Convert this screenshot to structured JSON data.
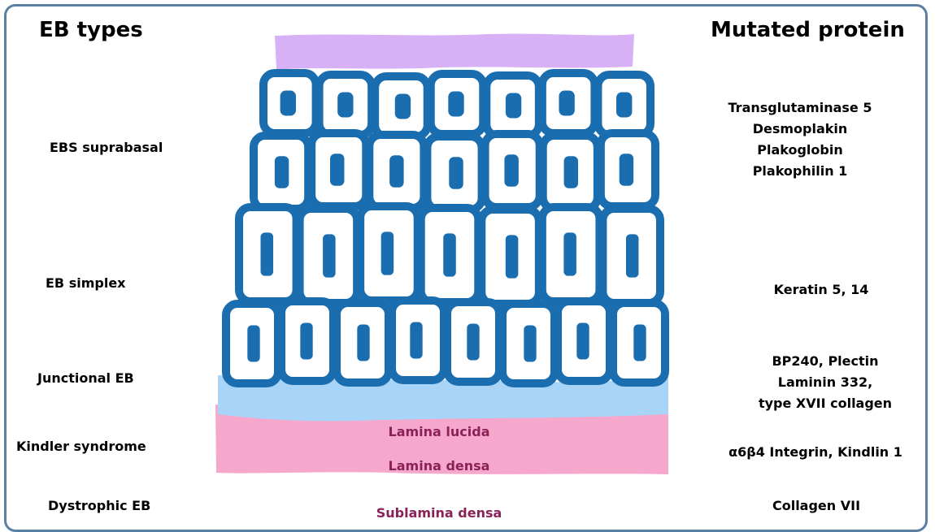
{
  "headings": {
    "left": "EB types",
    "right": "Mutated protein"
  },
  "eb_types": [
    "EBS suprabasal",
    "EB simplex",
    "Junctional EB",
    "Kindler syndrome",
    "Dystrophic EB"
  ],
  "proteins": [
    [
      "Transglutaminase 5",
      "Desmoplakin",
      "Plakoglobin",
      "Plakophilin 1"
    ],
    [
      "Keratin 5, 14"
    ],
    [
      "BP240, Plectin",
      "Laminin 332,",
      "type XVII collagen"
    ],
    [
      "α6β4 Integrin, Kindlin 1"
    ],
    [
      "Collagen VII"
    ]
  ],
  "layers": {
    "lucida": "Lamina lucida",
    "densa": "Lamina densa",
    "sublamina": "Sublamina densa"
  },
  "colors": {
    "frame": "#5a7fa3",
    "stratum_corneum": "#d8b0f5",
    "cell_outline": "#1a6eb0",
    "lamina_lucida": "#a8d4f7",
    "lamina_densa": "#f5a8cc",
    "layer_text": "#8b2257"
  }
}
